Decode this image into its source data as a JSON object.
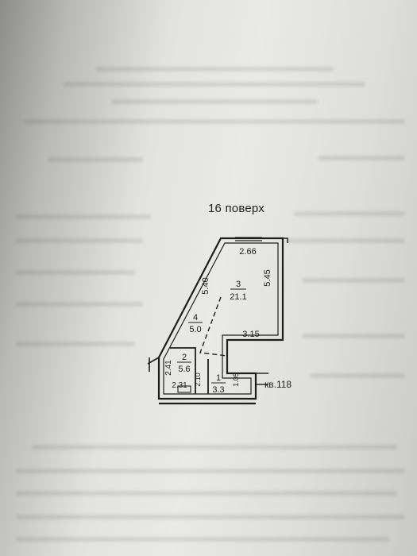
{
  "floor_label": "16 поверх",
  "apartment_label": "кв.118",
  "rooms": [
    {
      "number": "3",
      "area": "21.1"
    },
    {
      "number": "4",
      "area": "5.0"
    },
    {
      "number": "2",
      "area": "5.6"
    },
    {
      "number": "1",
      "area": "3.3"
    }
  ],
  "dimensions": {
    "top_width": "2.66",
    "right_height": "5.45",
    "diagonal": "5.40",
    "step_width": "3.15",
    "bath_height": "2.41",
    "bath_width": "2.31",
    "hall_width_a": "2.10",
    "hall_width_b": "1.05"
  },
  "colors": {
    "ink": "#1d1d1d",
    "paper": "#e6e6e4"
  }
}
